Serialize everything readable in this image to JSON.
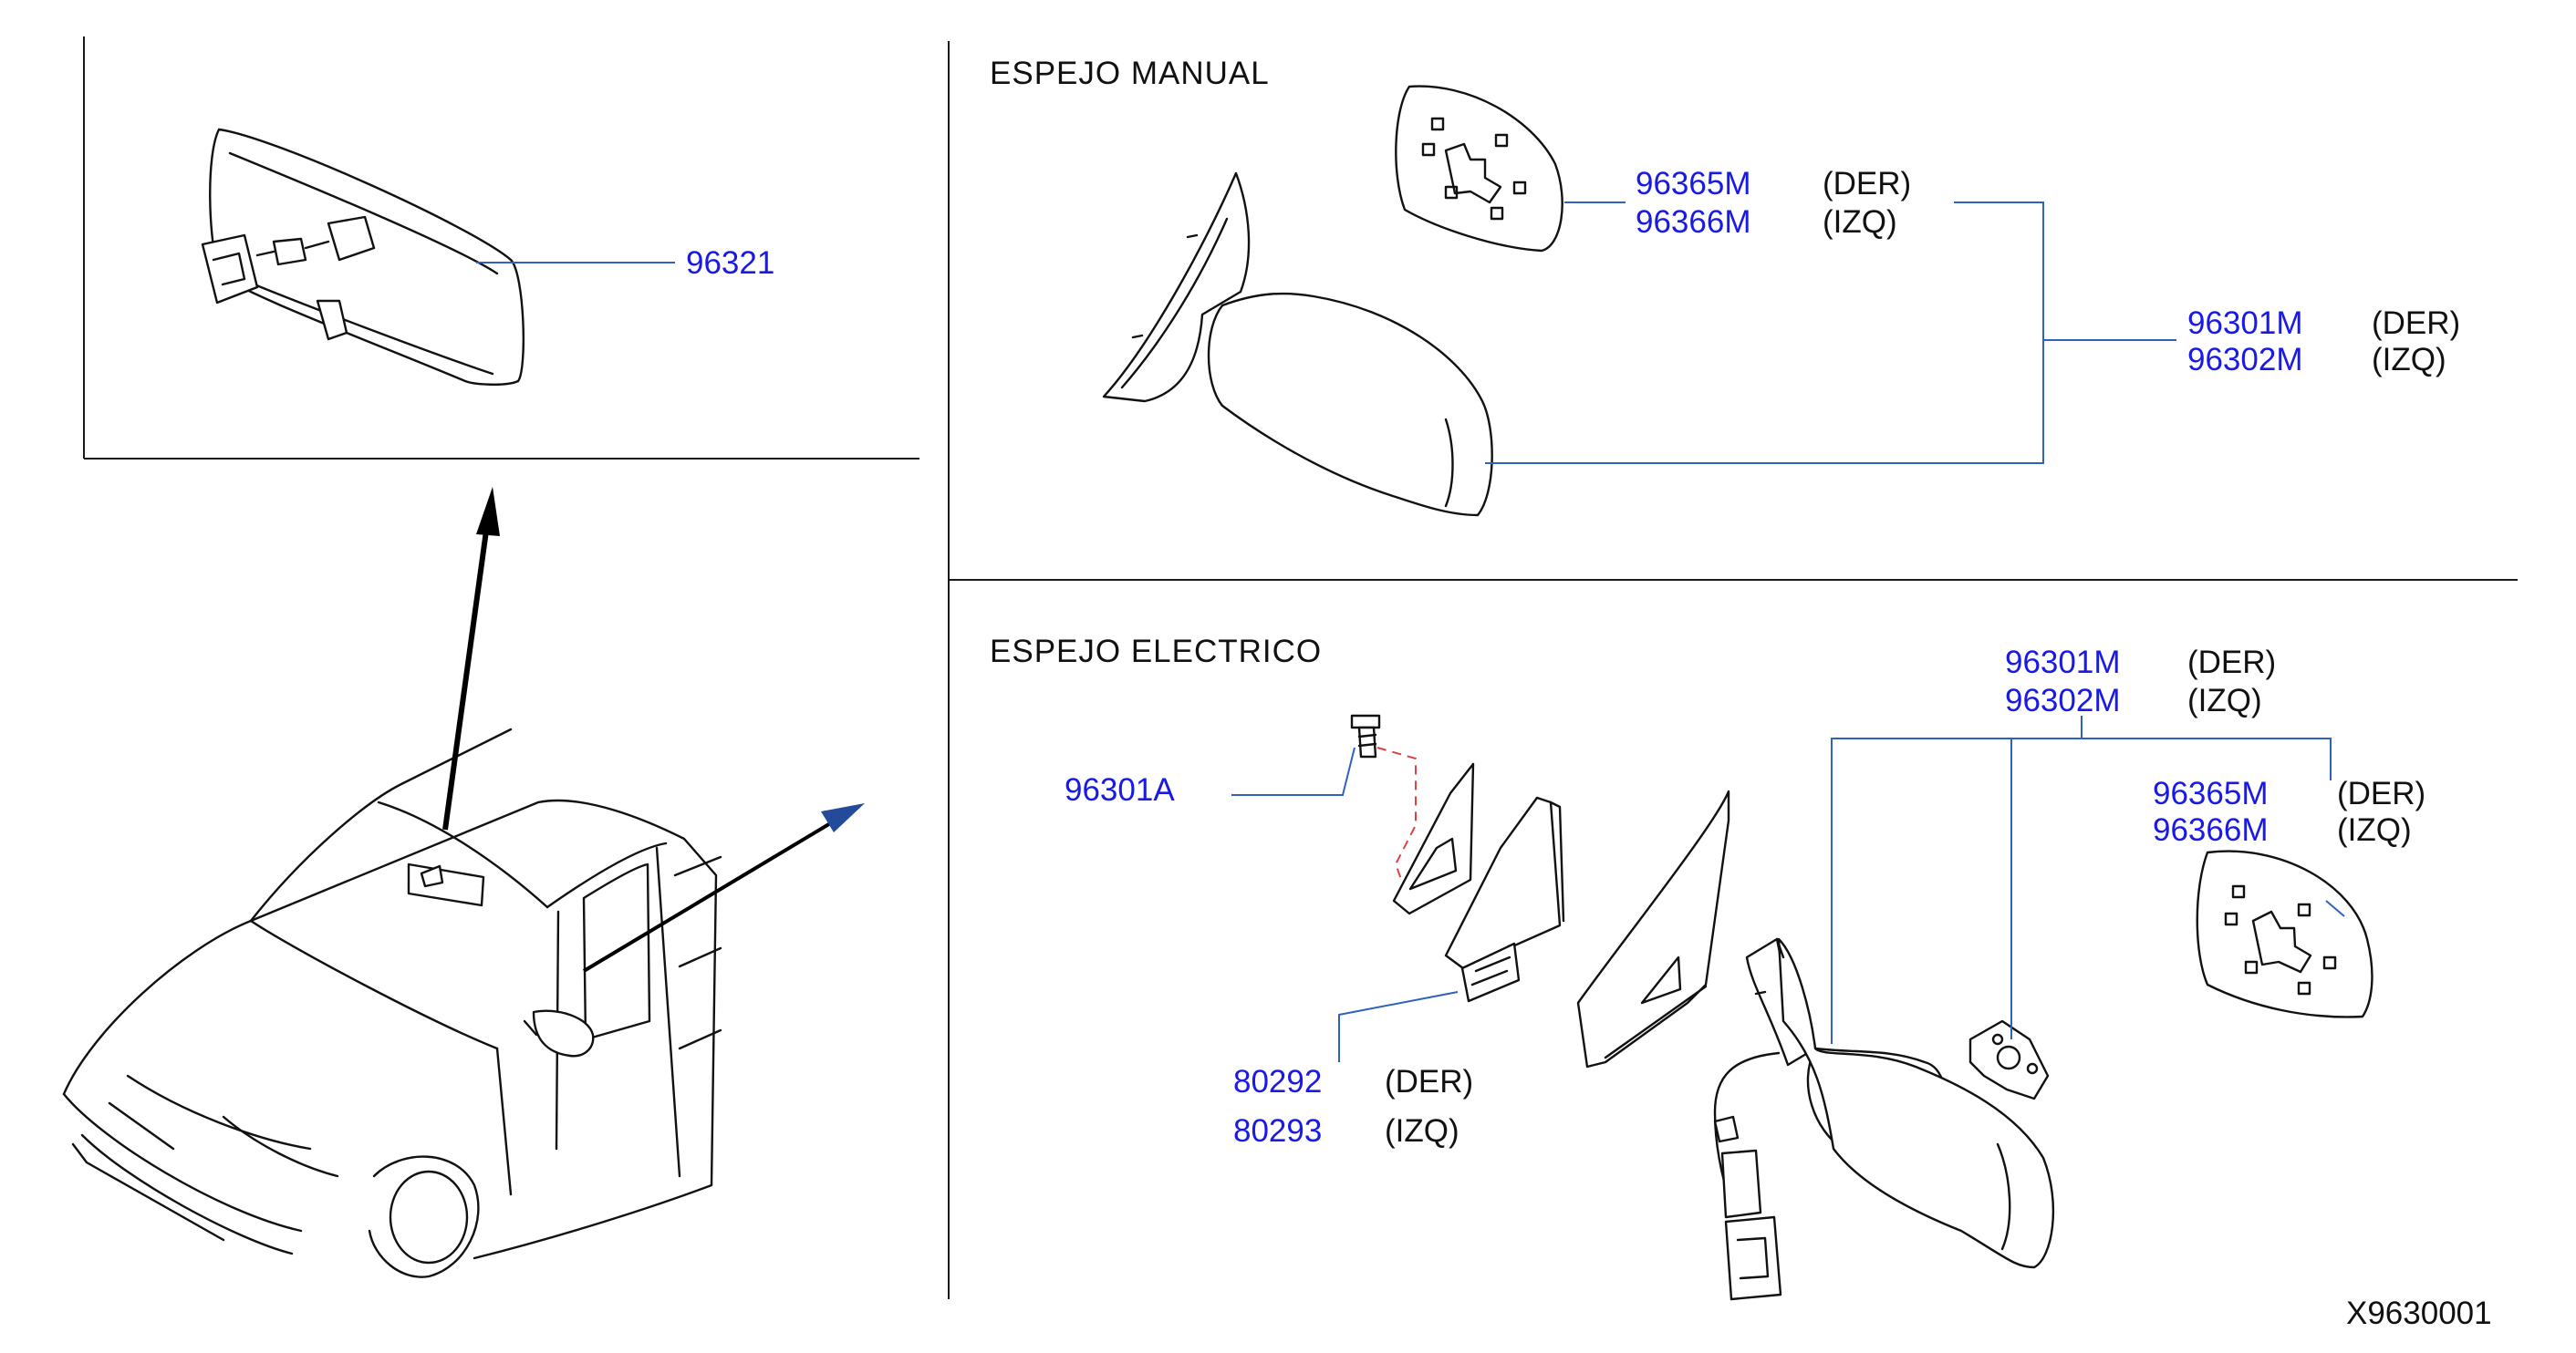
{
  "sections": {
    "manual_title": "ESPEJO  MANUAL",
    "electric_title": "ESPEJO  ELECTRICO"
  },
  "labels": {
    "inner_mirror": "96321",
    "manual": {
      "glass_der_part": "96365M",
      "glass_der_side": "(DER)",
      "glass_izq_part": "96366M",
      "glass_izq_side": "(IZQ)",
      "mirror_der_part": "96301M",
      "mirror_der_side": "(DER)",
      "mirror_izq_part": "96302M",
      "mirror_izq_side": "(IZQ)"
    },
    "electric": {
      "mirror_der_part": "96301M",
      "mirror_der_side": "(DER)",
      "mirror_izq_part": "96302M",
      "mirror_izq_side": "(IZQ)",
      "glass_der_part": "96365M",
      "glass_der_side": "(DER)",
      "glass_izq_part": "96366M",
      "glass_izq_side": "(IZQ)",
      "screw_part": "96301A",
      "cover_der_part": "80292",
      "cover_der_side": "(DER)",
      "cover_izq_part": "80293",
      "cover_izq_side": "(IZQ)"
    }
  },
  "diagram_code": "X9630001",
  "colors": {
    "part_number": "#1a1ae6",
    "leader": "#3060c0",
    "ink": "#111111"
  }
}
